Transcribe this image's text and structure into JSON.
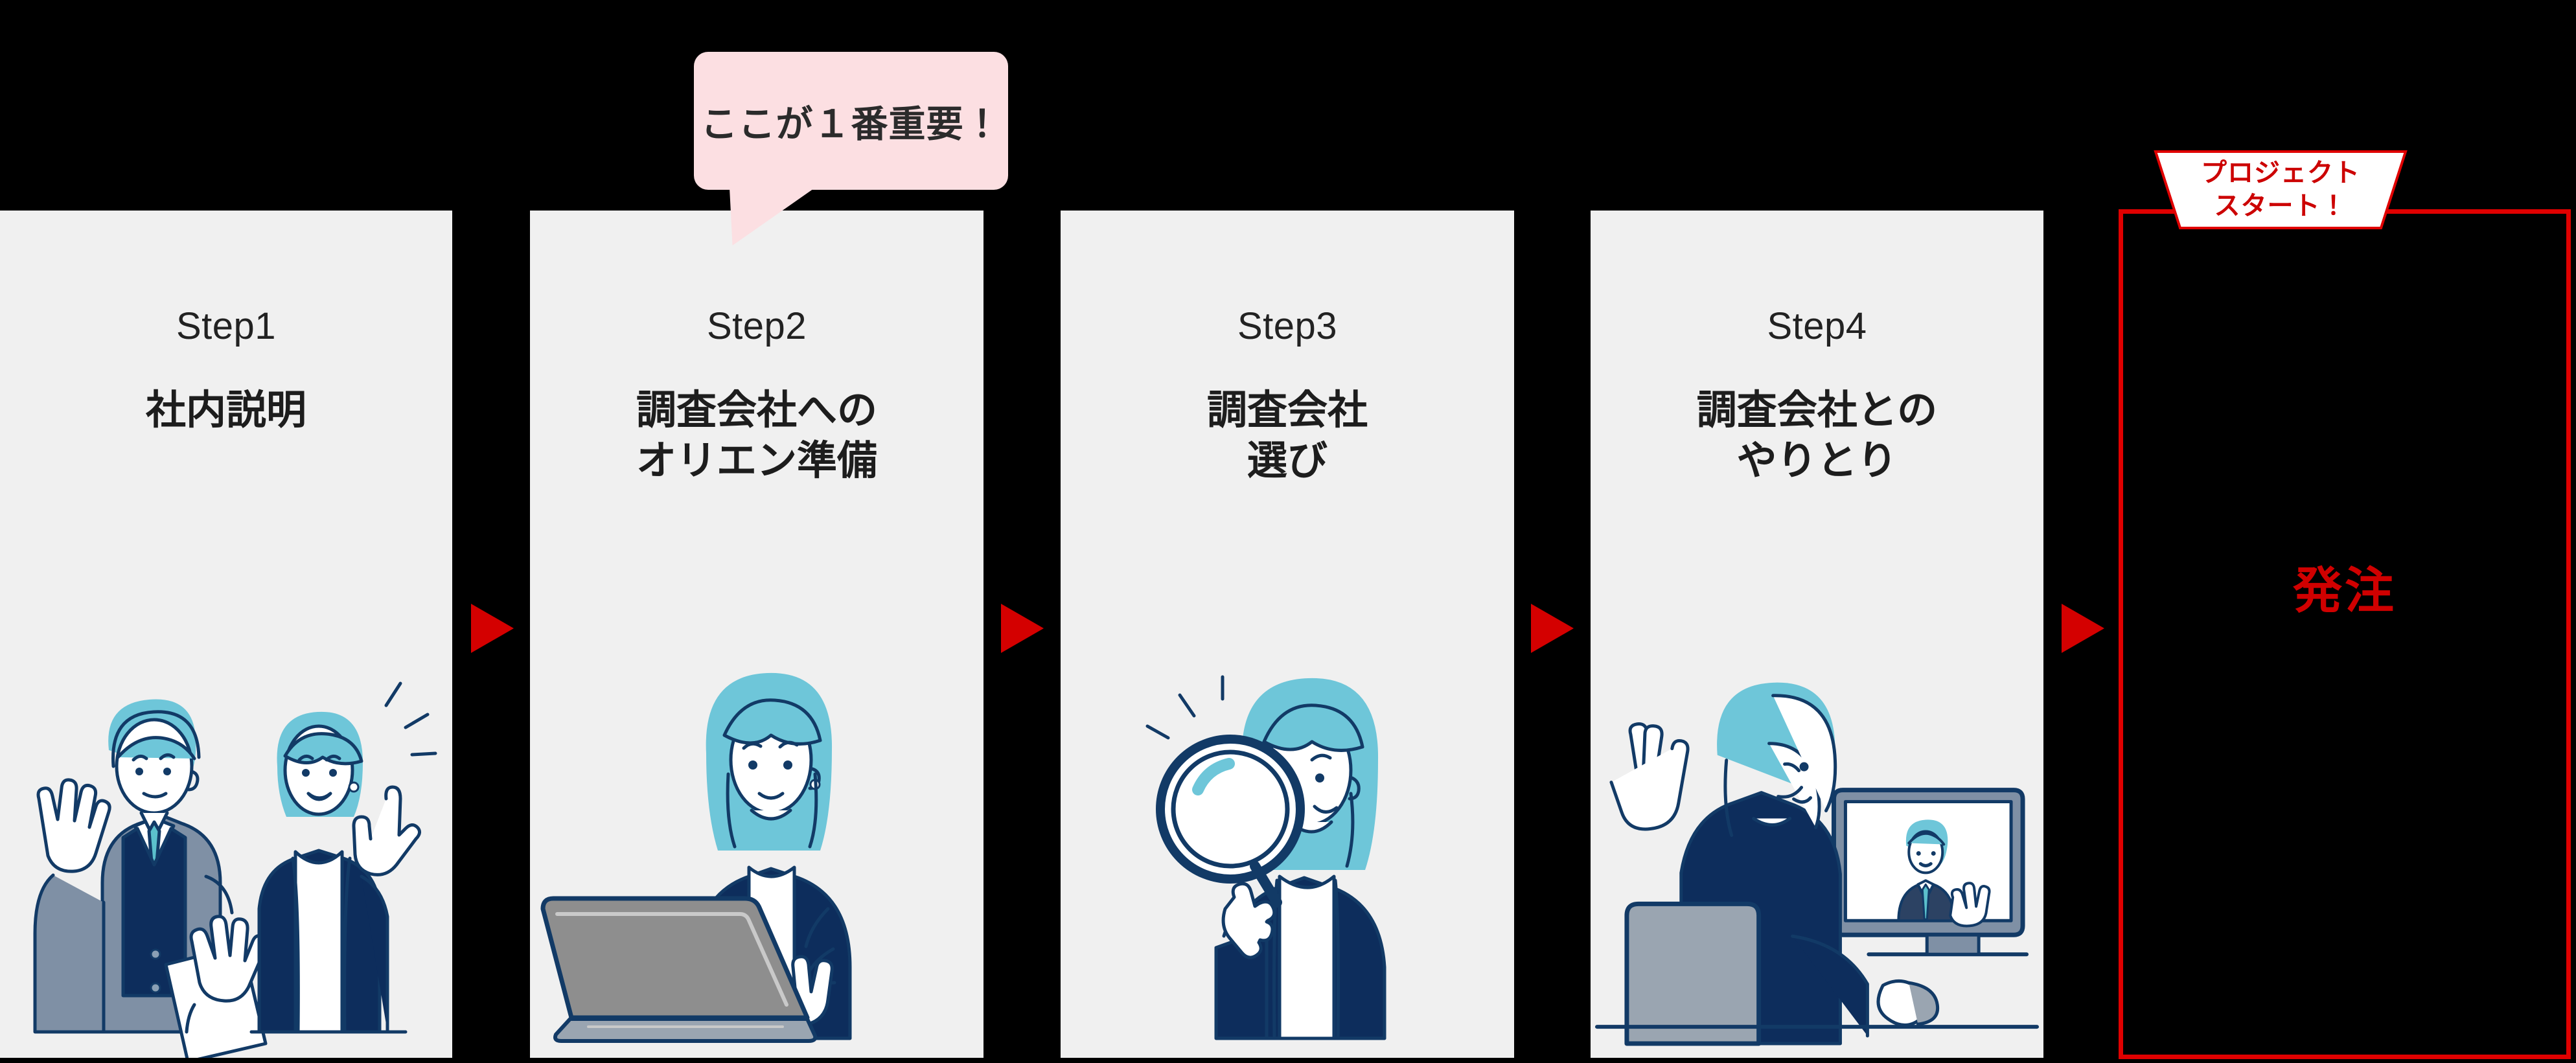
{
  "canvas": {
    "background_color": "#000000",
    "card_background_color": "#f0f0f0",
    "accent_red": "#d40000",
    "bubble_pink": "#fcdfe2",
    "illustration_navy": "#123a66",
    "illustration_teal": "#6ec6d9",
    "illustration_gray": "#8e8e8e"
  },
  "flow": {
    "steps": [
      {
        "step_label": "Step1",
        "title": "社内説明",
        "illustration": "two-business-people-explaining-illustration"
      },
      {
        "step_label": "Step2",
        "title": "調査会社への\nオリエン準備",
        "illustration": "woman-at-laptop-illustration"
      },
      {
        "step_label": "Step3",
        "title": "調査会社\n選び",
        "illustration": "woman-with-magnifying-glass-illustration"
      },
      {
        "step_label": "Step4",
        "title": "調査会社との\nやりとり",
        "illustration": "woman-on-video-call-illustration"
      }
    ],
    "arrows": [
      {
        "name": "arrow-step1-to-step2"
      },
      {
        "name": "arrow-step2-to-step3"
      },
      {
        "name": "arrow-step3-to-step4"
      },
      {
        "name": "arrow-step4-to-order"
      }
    ],
    "final": {
      "label": "発注",
      "callout": "プロジェクト\nスタート！",
      "border_color": "#e00000",
      "text_color": "#d00000"
    }
  },
  "callout_bubble": {
    "text": "ここが１番重要！",
    "points_to": "Step2",
    "background_color": "#fcdfe2",
    "text_color": "#2b2b2b"
  }
}
